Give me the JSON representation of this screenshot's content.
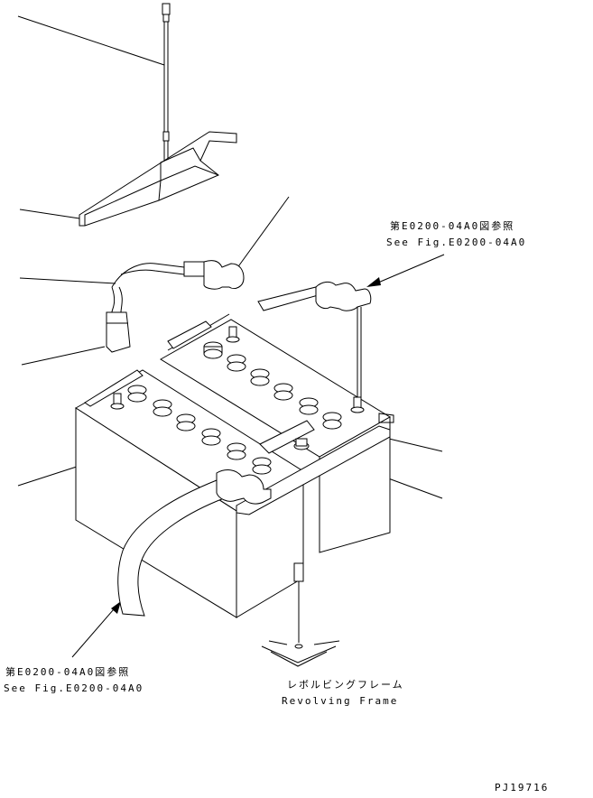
{
  "labels": {
    "ref_top_jp": "第E0200-04A0図参照",
    "ref_top_en": "See Fig.E0200-04A0",
    "ref_bottom_jp": "第E0200-04A0図参照",
    "ref_bottom_en": "See Fig.E0200-04A0",
    "frame_jp": "レボルビングフレーム",
    "frame_en": "Revolving Frame",
    "drawing_code": "PJ19716"
  }
}
